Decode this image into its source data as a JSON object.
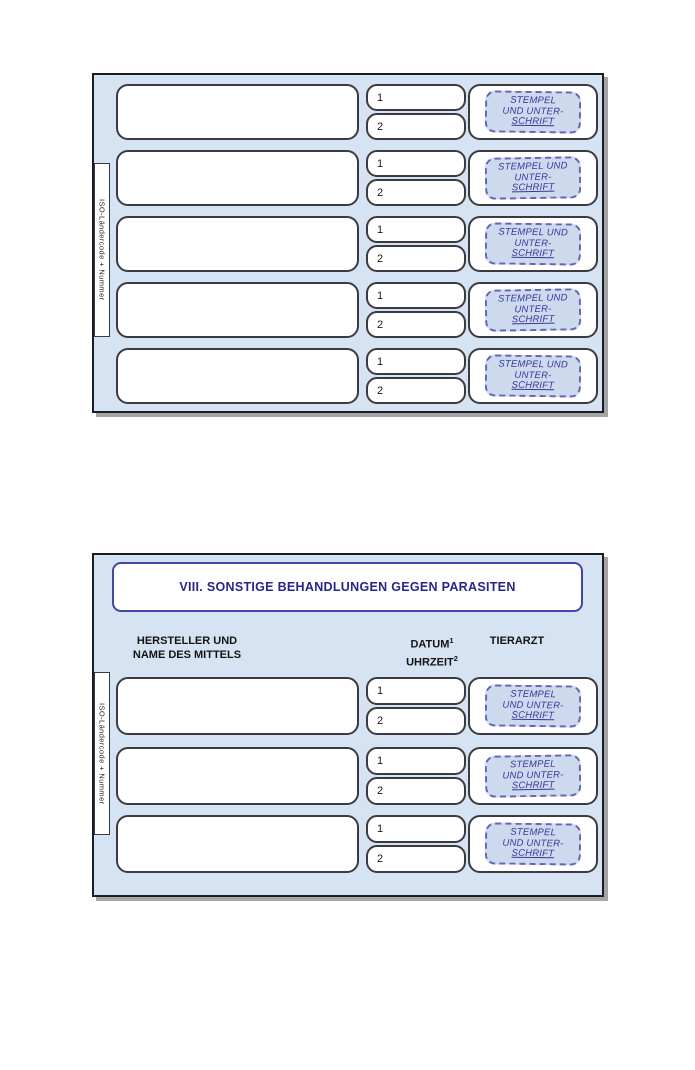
{
  "colors": {
    "panel_background": "#d6e3f2",
    "panel_border": "#1b1b26",
    "field_border": "#3a3a40",
    "stamp_fill": "#cdd9ed",
    "stamp_dash": "#6666b6",
    "stamp_text": "#39399a",
    "title_blue": "#26268c",
    "shadow_gray": "#a5a5a5"
  },
  "panel_top": {
    "iso_label": "ISO-Ländercode + Nummer",
    "rows": [
      {
        "field1_label": "1",
        "field2_label": "2",
        "stamp": [
          "STEMPEL",
          "UND UNTER-",
          "SCHRIFT"
        ]
      },
      {
        "field1_label": "1",
        "field2_label": "2",
        "stamp": [
          "STEMPEL UND",
          "UNTER-",
          "SCHRIFT"
        ]
      },
      {
        "field1_label": "1",
        "field2_label": "2",
        "stamp": [
          "STEMPEL UND",
          "UNTER-",
          "SCHRIFT"
        ]
      },
      {
        "field1_label": "1",
        "field2_label": "2",
        "stamp": [
          "STEMPEL UND",
          "UNTER-",
          "SCHRIFT"
        ]
      },
      {
        "field1_label": "1",
        "field2_label": "2",
        "stamp": [
          "STEMPEL UND",
          "UNTER-",
          "SCHRIFT"
        ]
      }
    ]
  },
  "panel_bottom": {
    "title": "VIII. SONSTIGE BEHANDLUNGEN GEGEN PARASITEN",
    "headers": {
      "col1_line1": "HERSTELLER UND",
      "col1_line2": "NAME DES MITTELS",
      "datum": "DATUM",
      "datum_sup": "1",
      "uhrzeit": "UHRZEIT",
      "uhrzeit_sup": "2",
      "col3": "TIERARZT"
    },
    "iso_label": "ISO-Ländercode + Nummer",
    "rows": [
      {
        "field1_label": "1",
        "field2_label": "2",
        "stamp": [
          "STEMPEL",
          "UND UNTER-",
          "SCHRIFT"
        ]
      },
      {
        "field1_label": "1",
        "field2_label": "2",
        "stamp": [
          "STEMPEL",
          "UND UNTER-",
          "SCHRIFT"
        ]
      },
      {
        "field1_label": "1",
        "field2_label": "2",
        "stamp": [
          "STEMPEL",
          "UND UNTER-",
          "SCHRIFT"
        ]
      }
    ]
  }
}
